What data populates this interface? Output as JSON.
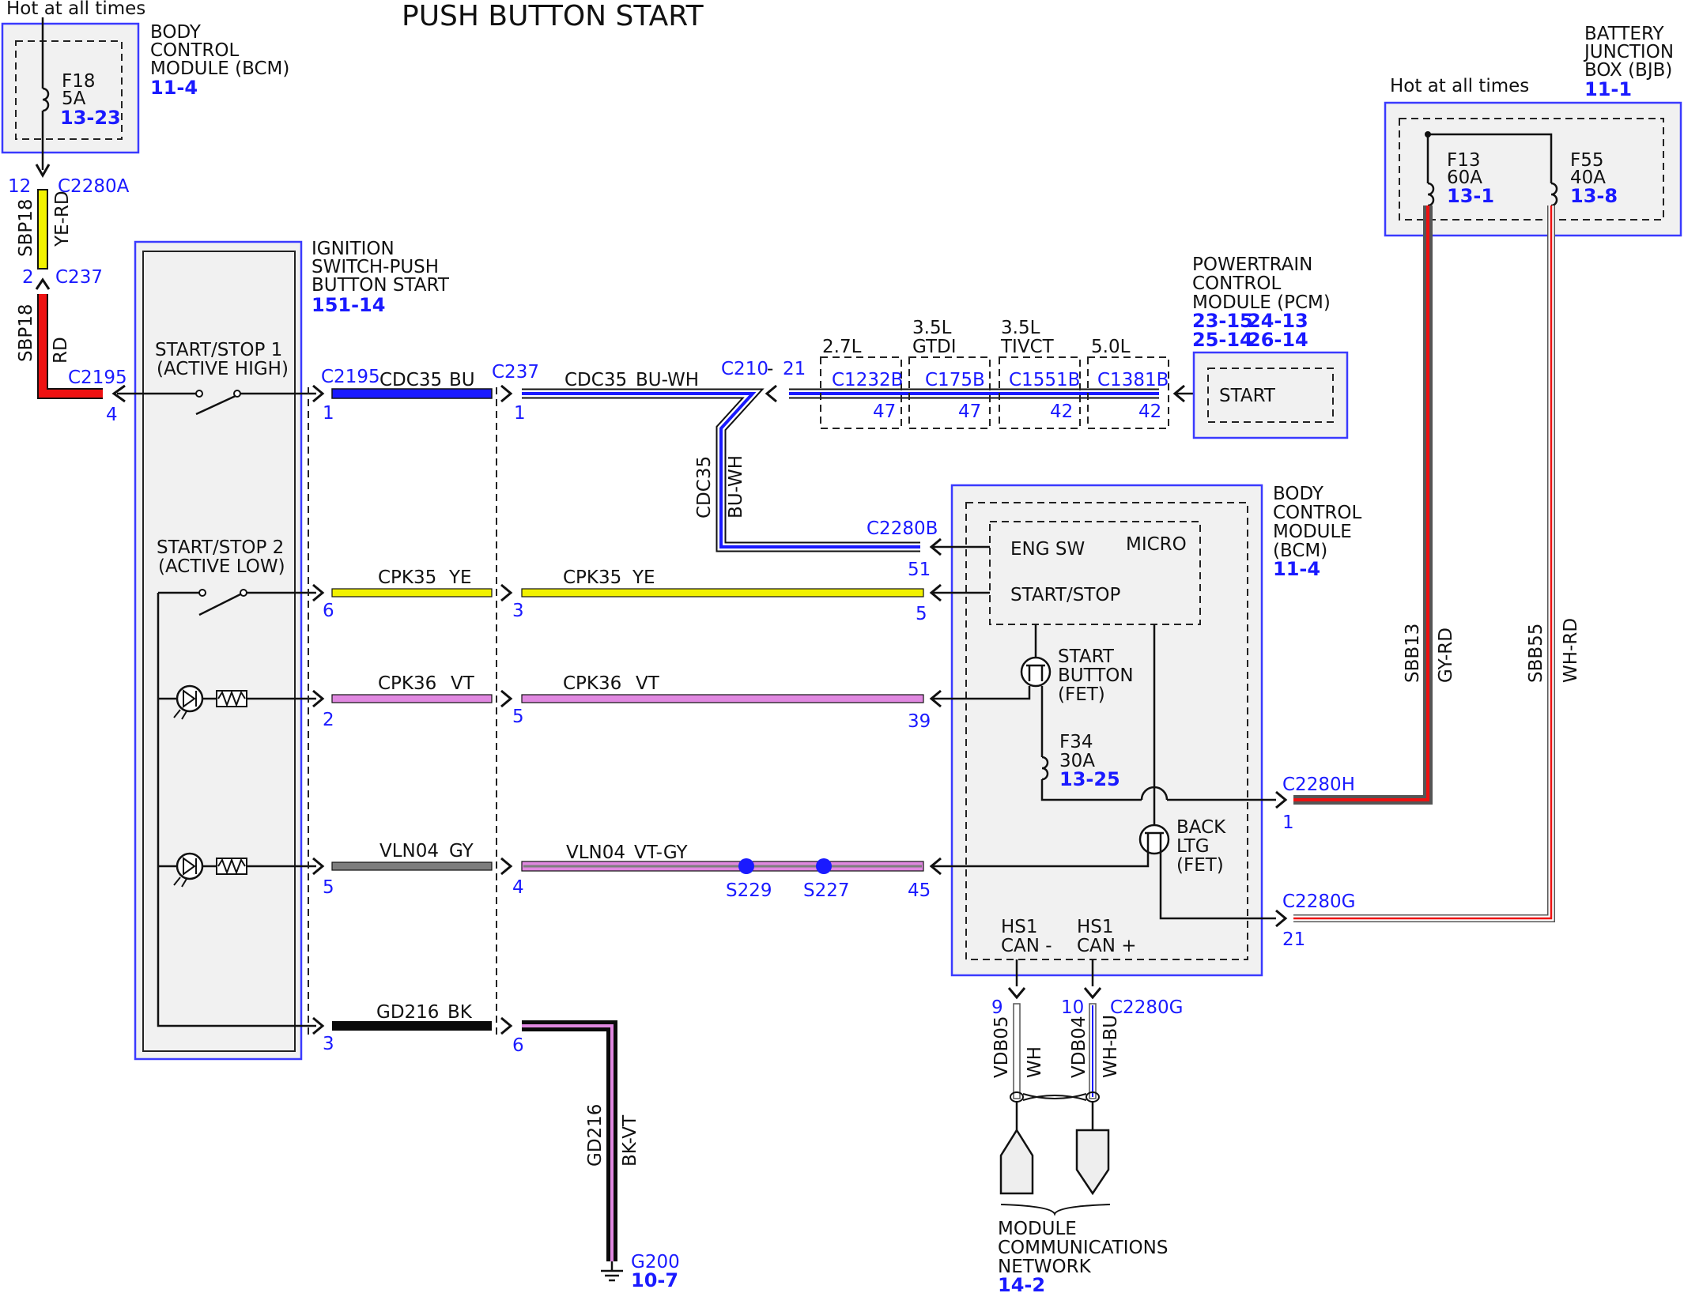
{
  "title": "PUSH BUTTON START",
  "colors": {
    "blue": "#1a1aff",
    "yellow": "#f2f200",
    "red": "#ee1111",
    "violet": "#e088e0",
    "gray": "#7d7d7d",
    "black": "#0a0a0a",
    "module_border": "#3a3aff",
    "module_fill": "#f1f1f1"
  },
  "bcm_top": {
    "hot": "Hot at all times",
    "name": [
      "BODY",
      "CONTROL",
      "MODULE (BCM)"
    ],
    "ref": "11-4",
    "fuse": {
      "id": "F18",
      "amps": "5A",
      "ref": "13-23"
    }
  },
  "sbp18_upper": {
    "pin_top": "12",
    "conn_top": "C2280A",
    "circuit": "SBP18",
    "color": "YE-RD",
    "pin_bottom": "2",
    "conn_bottom": "C237"
  },
  "sbp18_lower": {
    "circuit": "SBP18",
    "color": "RD",
    "conn": "C2195",
    "pin": "4"
  },
  "ignition_switch": {
    "name": [
      "IGNITION",
      "SWITCH-PUSH",
      "BUTTON START"
    ],
    "ref": "151-14",
    "sw1": [
      "START/STOP 1",
      "(ACTIVE HIGH)"
    ],
    "sw2": [
      "START/STOP 2",
      "(ACTIVE LOW)"
    ]
  },
  "conn_c2195": "C2195",
  "conn_c237": "C237",
  "rows": {
    "cdc": {
      "pin_a": "1",
      "circ_a": "CDC35",
      "col_a": "BU",
      "pin_b": "1",
      "circ_b": "CDC35",
      "col_b": "BU-WH"
    },
    "cpk35": {
      "pin_a": "6",
      "circ_a": "CPK35",
      "col_a": "YE",
      "pin_b": "3",
      "circ_b": "CPK35",
      "col_b": "YE",
      "pin_c": "5"
    },
    "cpk36": {
      "pin_a": "2",
      "circ_a": "CPK36",
      "col_a": "VT",
      "pin_b": "5",
      "circ_b": "CPK36",
      "col_b": "VT",
      "pin_c": "39"
    },
    "vln": {
      "pin_a": "5",
      "circ_a": "VLN04",
      "col_a": "GY",
      "pin_b": "4",
      "circ_b": "VLN04",
      "col_b": "VT-GY",
      "pin_c": "45",
      "splice1": "S229",
      "splice2": "S227"
    },
    "gd": {
      "pin_a": "3",
      "circ_a": "GD216",
      "col_a": "BK",
      "pin_b": "6"
    }
  },
  "c210": {
    "conn": "C210",
    "dash": "-",
    "pin": "21"
  },
  "cdc_vertical": {
    "circuit": "CDC35",
    "color": "BU-WH",
    "conn": "C2280B",
    "pin": "51"
  },
  "pcm": {
    "name": [
      "POWERTRAIN",
      "CONTROL",
      "MODULE (PCM)"
    ],
    "refs": [
      "23-15",
      "24-13",
      "25-14",
      "26-14"
    ],
    "start": "START",
    "variants": [
      {
        "engine": [
          "2.7L"
        ],
        "conn": "C1232B",
        "pin": "47"
      },
      {
        "engine": [
          "3.5L",
          "GTDI"
        ],
        "conn": "C175B",
        "pin": "47"
      },
      {
        "engine": [
          "3.5L",
          "TIVCT"
        ],
        "conn": "C1551B",
        "pin": "42"
      },
      {
        "engine": [
          "5.0L"
        ],
        "conn": "C1381B",
        "pin": "42"
      }
    ]
  },
  "bcm_main": {
    "name": [
      "BODY",
      "CONTROL",
      "MODULE",
      "(BCM)"
    ],
    "ref": "11-4",
    "eng_sw": "ENG SW",
    "micro": "MICRO",
    "start_stop": "START/STOP",
    "start_button": [
      "START",
      "BUTTON",
      "(FET)"
    ],
    "fuse": {
      "id": "F34",
      "amps": "30A",
      "ref": "13-25"
    },
    "back_ltg": [
      "BACK",
      "LTG",
      "(FET)"
    ],
    "hs1_minus": [
      "HS1",
      "CAN -"
    ],
    "hs1_plus": [
      "HS1",
      "CAN +"
    ]
  },
  "bjb": {
    "name": [
      "BATTERY",
      "JUNCTION",
      "BOX (BJB)"
    ],
    "ref": "11-1",
    "hot": "Hot at all times",
    "fuse1": {
      "id": "F13",
      "amps": "60A",
      "ref": "13-1"
    },
    "fuse2": {
      "id": "F55",
      "amps": "40A",
      "ref": "13-8"
    }
  },
  "sbb13": {
    "circuit": "SBB13",
    "color": "GY-RD",
    "conn": "C2280H",
    "pin": "1"
  },
  "sbb55": {
    "circuit": "SBB55",
    "color": "WH-RD",
    "conn": "C2280G",
    "pin": "21"
  },
  "can": {
    "pin1": "9",
    "pin2": "10",
    "conn": "C2280G",
    "w1_circ": "VDB05",
    "w1_col": "WH",
    "w2_circ": "VDB04",
    "w2_col": "WH-BU",
    "network": [
      "MODULE",
      "COMMUNICATIONS",
      "NETWORK"
    ],
    "ref": "14-2"
  },
  "ground": {
    "circuit": "GD216",
    "color": "BK-VT",
    "id": "G200",
    "ref": "10-7"
  }
}
